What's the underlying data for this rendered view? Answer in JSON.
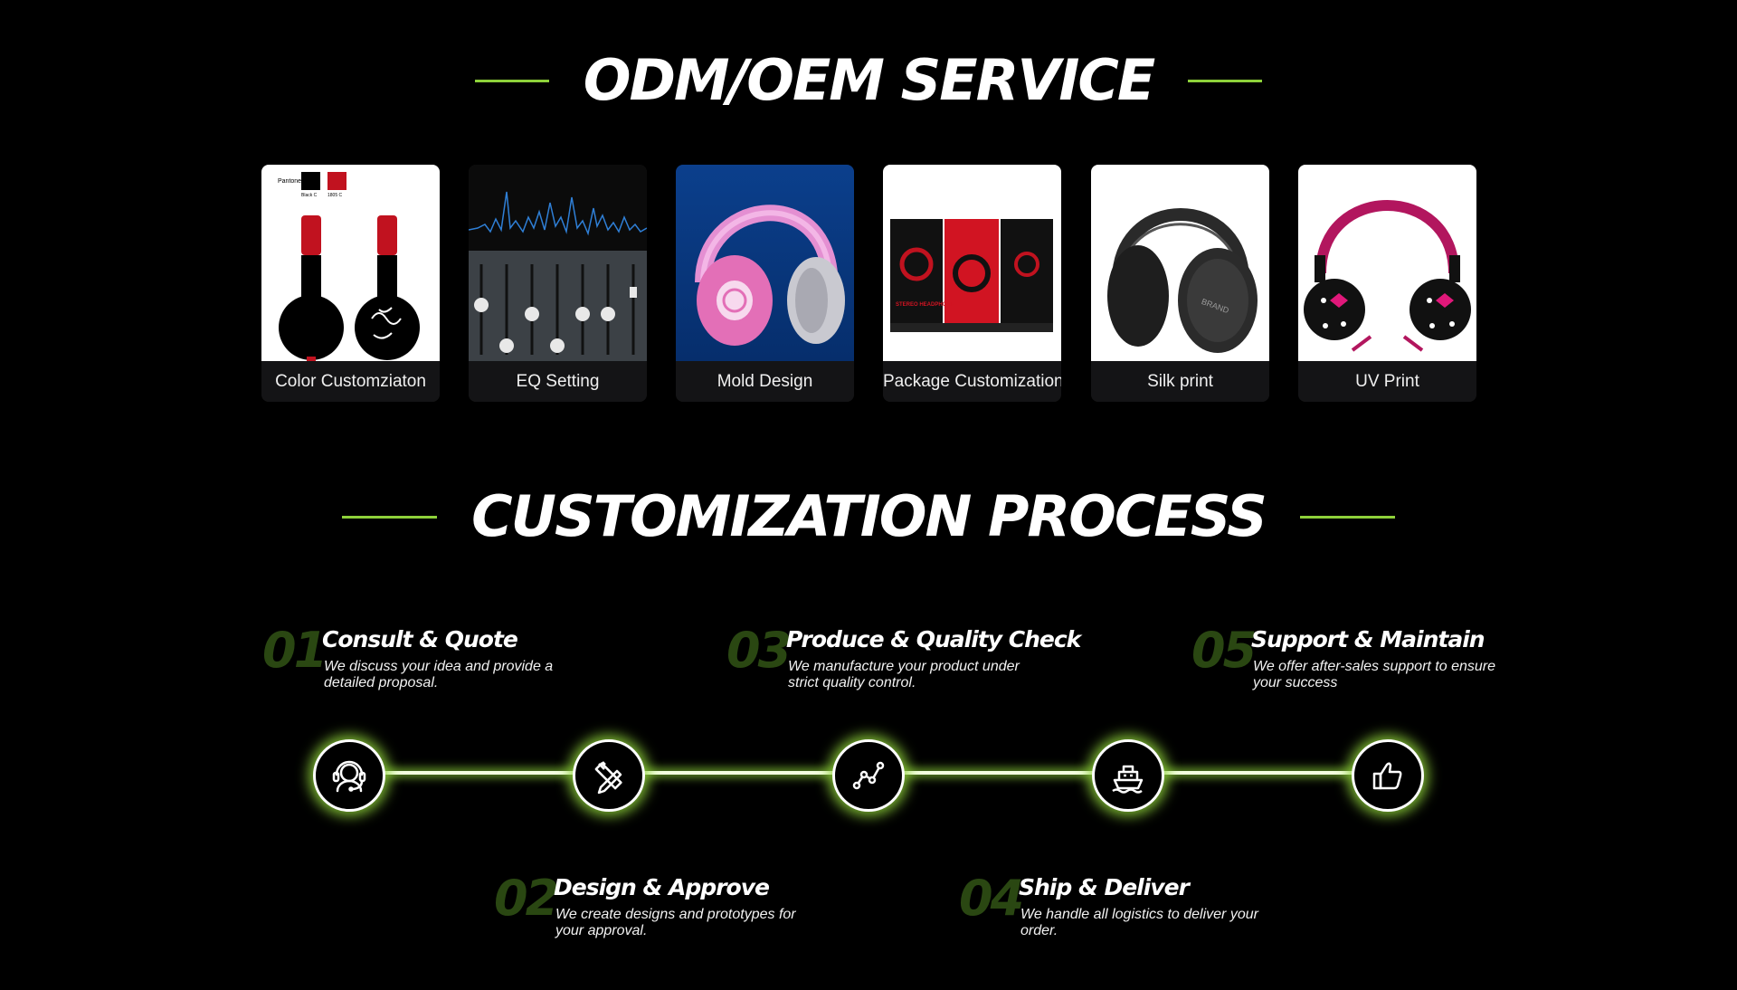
{
  "odm": {
    "title": "ODM/OEM SERVICE",
    "cards": [
      {
        "label": "Color Customziaton",
        "pantone_label": "Pantone",
        "swatch1": "Black C",
        "swatch2": "1805 C"
      },
      {
        "label": "EQ Setting"
      },
      {
        "label": "Mold Design"
      },
      {
        "label": "Package Customization",
        "box_text": "STEREO HEADPHONE"
      },
      {
        "label": "Silk print",
        "brand_text": "BRAND"
      },
      {
        "label": "UV Print"
      }
    ]
  },
  "process": {
    "title": "CUSTOMIZATION PROCESS",
    "steps": [
      {
        "num": "01",
        "title": "Consult & Quote",
        "desc": "We discuss your idea and provide a detailed proposal."
      },
      {
        "num": "02",
        "title": "Design & Approve",
        "desc": "We create designs and prototypes for your approval."
      },
      {
        "num": "03",
        "title": "Produce & Quality Check",
        "desc": "We manufacture your product under strict quality control."
      },
      {
        "num": "04",
        "title": "Ship & Deliver",
        "desc": "We handle all logistics to deliver your order."
      },
      {
        "num": "05",
        "title": "Support & Maintain",
        "desc": "We offer after-sales support to ensure your success"
      }
    ],
    "icons": [
      "headset-support-icon",
      "pencil-ruler-icon",
      "chart-line-icon",
      "ship-icon",
      "thumbs-up-icon"
    ]
  },
  "colors": {
    "background": "#000000",
    "accent_green": "#8ed13a",
    "step_number": "#2a4712",
    "text": "#ffffff"
  }
}
